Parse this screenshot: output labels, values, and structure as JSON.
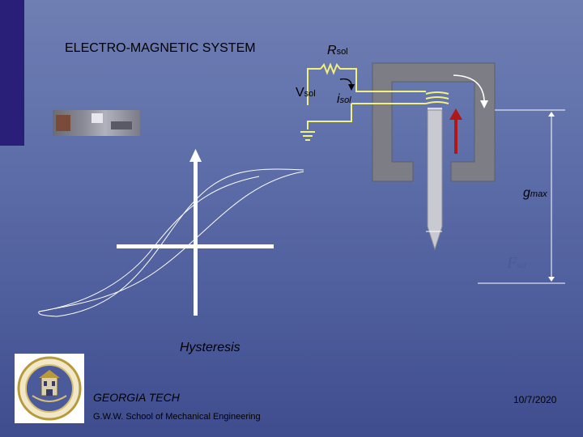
{
  "slide": {
    "title": "ELECTRO-MAGNETIC SYSTEM",
    "labels": {
      "resistor": "R",
      "resistor_sub": "sol",
      "voltage": "V",
      "voltage_sub": "sol",
      "current": "i",
      "current_sub": "sol",
      "gap": "g",
      "gap_sub": "max",
      "force": "F",
      "force_sub": "sol"
    },
    "hysteresis_caption": "Hysteresis"
  },
  "footer": {
    "institution": "GEORGIA TECH",
    "school": "G.W.W. School of Mechanical Engineering",
    "date": "10/7/2020"
  },
  "colors": {
    "sidebar": "#2a1f78",
    "wire": "#f2f27a",
    "core": "#7d7d86",
    "arrow": "#b01818",
    "ground": "#f2f27a"
  }
}
